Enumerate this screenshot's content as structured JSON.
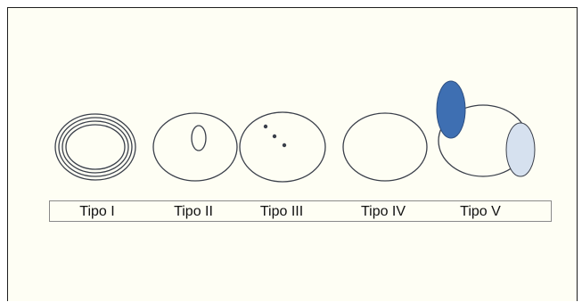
{
  "types": [
    {
      "label": "Tipo I",
      "icon": "concentric-rings-icon"
    },
    {
      "label": "Tipo II",
      "icon": "central-ring-icon"
    },
    {
      "label": "Tipo III",
      "icon": "scattered-dots-icon"
    },
    {
      "label": "Tipo IV",
      "icon": "empty-circle-icon"
    },
    {
      "label": "Tipo V",
      "icon": "offset-ellipses-icon"
    }
  ],
  "colors": {
    "background": "#fefef4",
    "stroke": "#3a3f4a",
    "fill_dark": "#3e6fb2",
    "fill_light": "#d6e1ef"
  }
}
